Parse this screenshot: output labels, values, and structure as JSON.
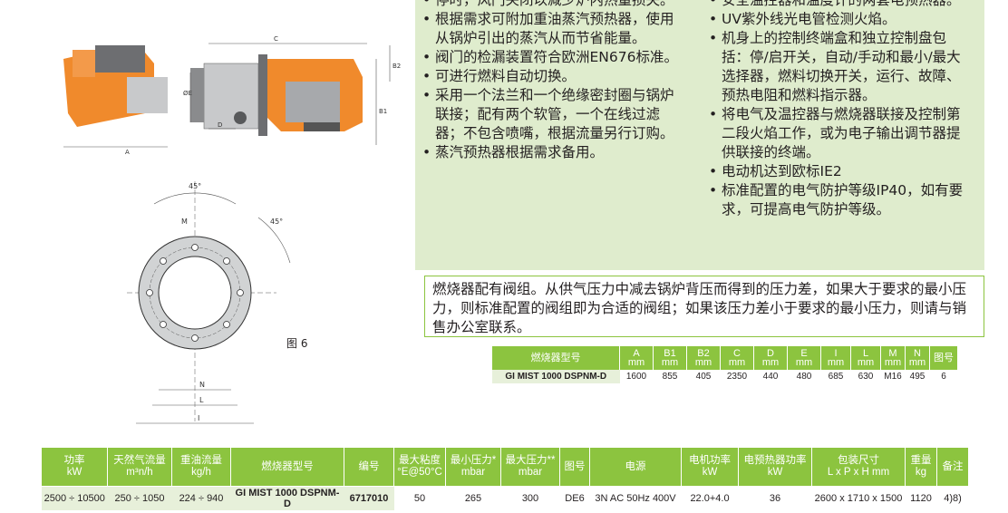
{
  "left_bullets": [
    "停时，风门关闭以减少炉内热量损失。",
    "根据需求可附加重油蒸汽预热器，使用从锅炉引出的蒸汽从而节省能量。",
    "阀门的检漏装置符合欧洲EN676标准。",
    "可进行燃料自动切换。",
    "采用一个法兰和一个绝缘密封圈与锅炉联接；配有两个软管，一个在线过滤器；不包含喷嘴，根据流量另行订购。",
    "蒸汽预热器根据需求备用。"
  ],
  "right_bullets": [
    "安全温控器和温度计的两套电预热器。",
    "UV紫外线光电管检测火焰。",
    "机身上的控制终端盒和独立控制盘包括：停/启开关，自动/手动和最小/最大选择器，燃料切换开关，运行、故障、预热电阻和燃料指示器。",
    "将电气及温控器与燃烧器联接及控制第二段火焰工作，或为电子输出调节器提供联接的终端。",
    "电动机达到欧标IE2",
    "标准配置的电气防护等级IP40，如有要求，可提高电气防护等级。"
  ],
  "note": "燃烧器配有阀组。从供气压力中减去锅炉背压而得到的压力差，如果大于要求的最小压力，则标准配置的阀组即为合适的阀组；如果该压力差小于要求的最小压力，则请与销售办公室联系。",
  "figure_label": "图 6",
  "drawing_labels": {
    "angle1": "45°",
    "angle2": "45°",
    "M": "M",
    "N": "N",
    "L": "L",
    "I": "I",
    "C": "C",
    "A": "A",
    "D": "D",
    "E": "ØE",
    "B1": "B1",
    "B2": "B2"
  },
  "dim_table": {
    "headers": [
      "燃烧器型号",
      "A\nmm",
      "B1\nmm",
      "B2\nmm",
      "C\nmm",
      "D\nmm",
      "E\nmm",
      "I\nmm",
      "L\nmm",
      "M\nmm",
      "N\nmm",
      "图号"
    ],
    "row": [
      "GI MIST 1000 DSPNM-D",
      "1600",
      "855",
      "405",
      "2350",
      "440",
      "480",
      "685",
      "630",
      "M16",
      "495",
      "6"
    ]
  },
  "spec_table": {
    "headers": [
      "功率\nkW",
      "天然气流量\nm³n/h",
      "重油流量\nkg/h",
      "燃烧器型号",
      "编号",
      "最大粘度\n°E@50°C",
      "最小压力*\nmbar",
      "最大压力**\nmbar",
      "图号",
      "电源",
      "电机功率\nkW",
      "电预热器功率\nkW",
      "包装尺寸\nL x P x H  mm",
      "重量\nkg",
      "备注"
    ],
    "row": [
      "2500 ÷ 10500",
      "250 ÷ 1050",
      "224 ÷ 940",
      "GI MIST 1000 DSPNM-D",
      "6717010",
      "50",
      "265",
      "300",
      "DE6",
      "3N AC 50Hz 400V",
      "22.0+4.0",
      "36",
      "2600 x 1710 x 1500",
      "1120",
      "4)8)"
    ]
  },
  "colors": {
    "green": "#8cc43f",
    "panel": "#dfeccd",
    "orange": "#f08a2c"
  }
}
